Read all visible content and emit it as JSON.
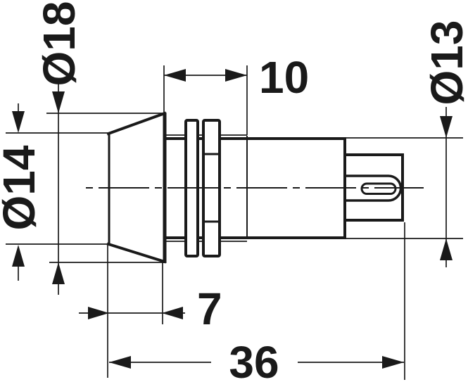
{
  "page": {
    "background": "#ffffff"
  },
  "drawing": {
    "type": "technical-dimension-drawing",
    "line_color": "#1a1a1a",
    "labels": {
      "flange_diameter": "Ø18",
      "front_diameter": "Ø14",
      "thread_length": "10",
      "body_diameter": "Ø13",
      "bezel_depth": "7",
      "overall_length": "36"
    }
  }
}
